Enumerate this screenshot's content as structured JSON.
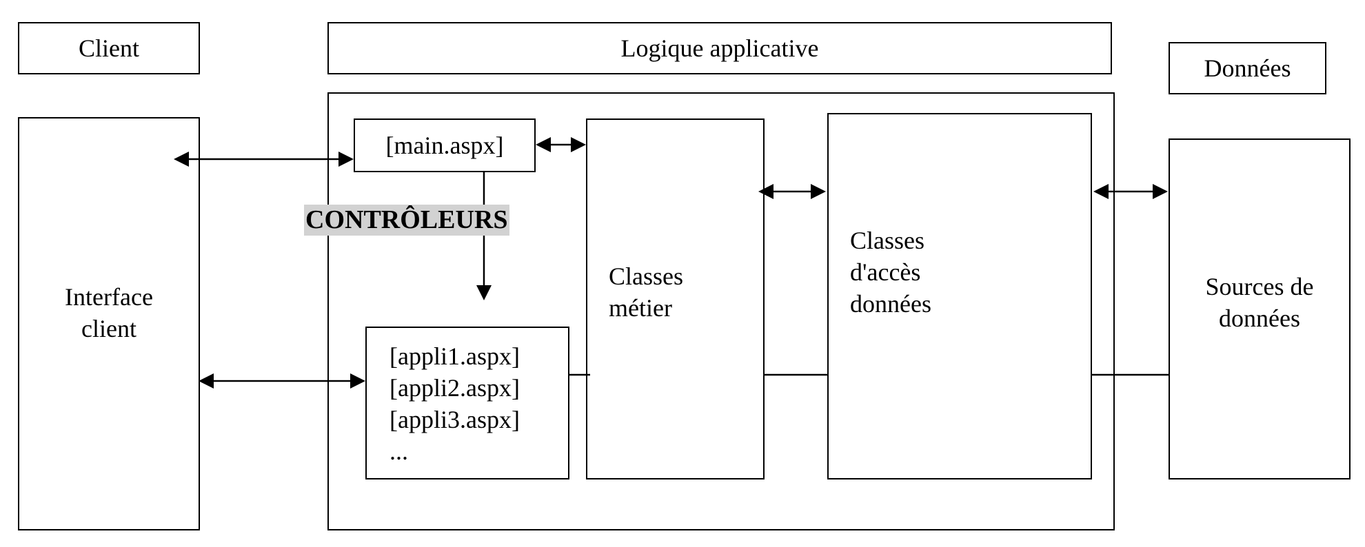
{
  "headers": {
    "client": "Client",
    "logic": "Logique applicative",
    "data": "Données"
  },
  "blocks": {
    "interface_client": [
      "Interface",
      "client"
    ],
    "main_page": "[main.aspx]",
    "controllers_label": "CONTRÔLEURS",
    "app_pages": [
      "[appli1.aspx]",
      "[appli2.aspx]",
      "[appli3.aspx]",
      "..."
    ],
    "business_classes": [
      "Classes",
      "métier"
    ],
    "data_access_classes": [
      "Classes",
      "d'accès",
      "données"
    ],
    "data_sources": [
      "Sources de",
      "données"
    ]
  }
}
